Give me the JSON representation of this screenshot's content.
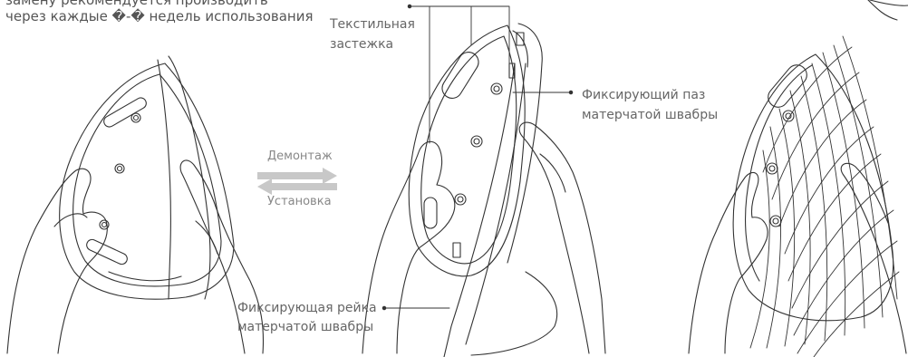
{
  "intro": {
    "line1": "замену рекомендуется производить",
    "line2": "через каждые �-� недель использования"
  },
  "labels": {
    "textile_fastener_1": "Текстильная",
    "textile_fastener_2": "застежка",
    "groove_1": "Фиксирующий паз",
    "groove_2": "матерчатой швабры",
    "rail_1": "Фиксирующая рейка",
    "rail_2": "матерчатой швабры"
  },
  "arrows": {
    "remove": "Демонтаж",
    "install": "Установка"
  },
  "colors": {
    "line": "#333333",
    "arrow": "#c8c8c8",
    "text": "#666666"
  }
}
